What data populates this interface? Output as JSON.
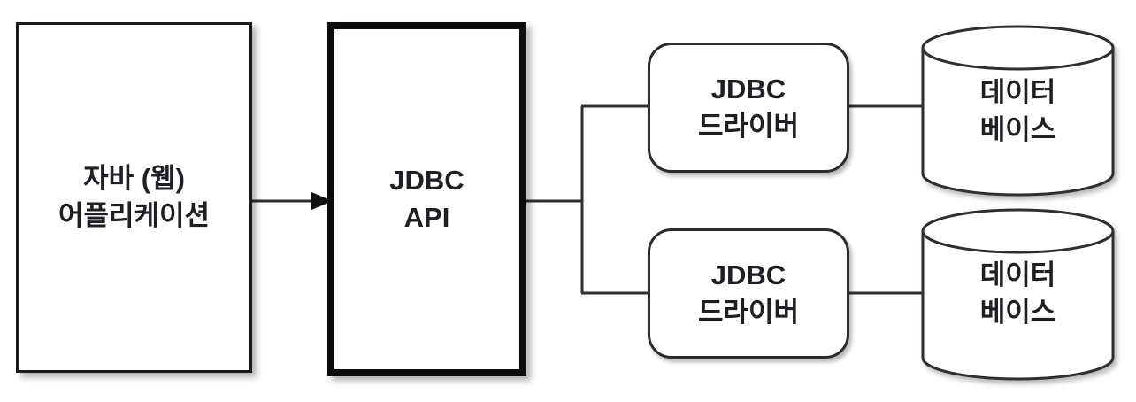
{
  "diagram": {
    "nodes": {
      "java_app": {
        "line1": "자바 (웹)",
        "line2": "어플리케이션"
      },
      "jdbc_api": {
        "line1": "JDBC",
        "line2": "API"
      },
      "jdbc_driver_top": {
        "line1": "JDBC",
        "line2": "드라이버"
      },
      "jdbc_driver_bot": {
        "line1": "JDBC",
        "line2": "드라이버"
      },
      "database_top": {
        "line1": "데이터",
        "line2": "베이스"
      },
      "database_bot": {
        "line1": "데이터",
        "line2": "베이스"
      }
    },
    "colors": {
      "background": "#ffffff",
      "node_fill": "#ffffff",
      "thin_border": "#1a1a1a",
      "thick_border": "#0d0d0d",
      "rounded_border": "#2b2b2b",
      "wire": "#2f2f2f",
      "arrowhead": "#111111",
      "text": "#1f1f23"
    }
  }
}
